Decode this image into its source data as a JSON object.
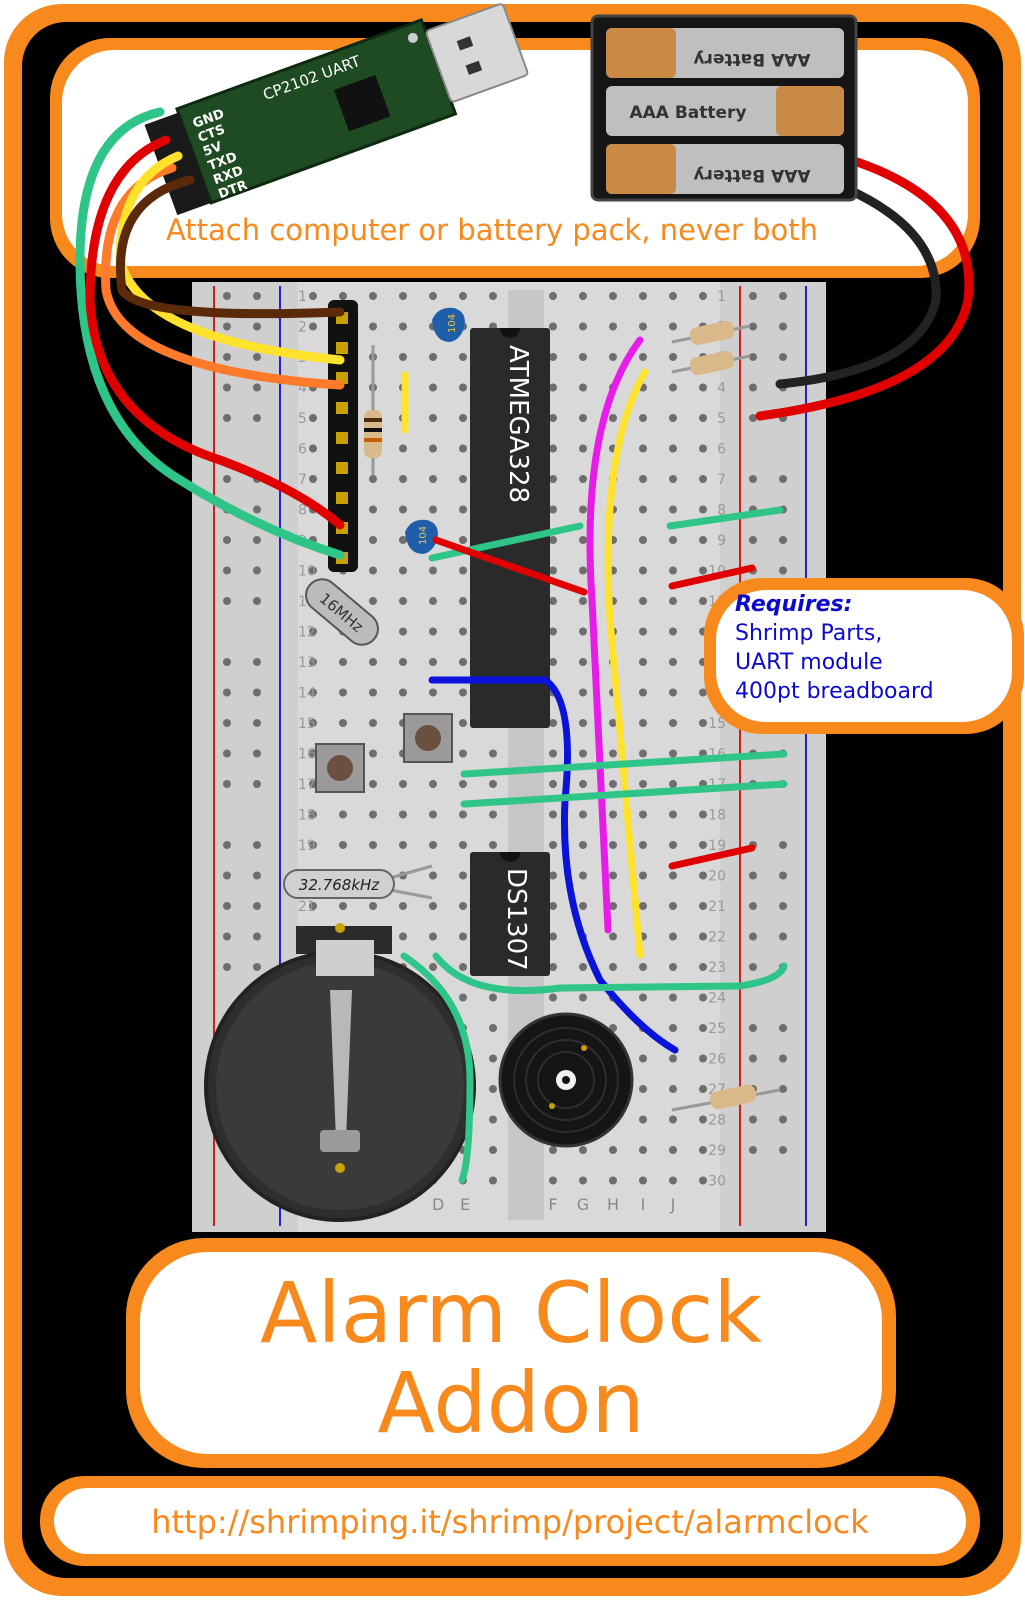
{
  "header": {
    "note": "Attach computer  or battery pack, never both"
  },
  "uart": {
    "label": "CP2102 UART",
    "pins": [
      "GND",
      "CTS",
      "5V",
      "TXD",
      "RXD",
      "DTR"
    ]
  },
  "battery": {
    "cells": [
      "AAA Battery",
      "AAA Battery",
      "AAA Battery"
    ]
  },
  "components": {
    "mcu": "ATMEGA328",
    "rtc": "DS1307",
    "crystal_main": "16MHz",
    "crystal_rtc": "32.768kHz",
    "capacitor": "104"
  },
  "breadboard": {
    "row_numbers": [
      "1",
      "2",
      "3",
      "4",
      "5",
      "6",
      "7",
      "8",
      "9",
      "10",
      "11",
      "12",
      "13",
      "14",
      "15",
      "16",
      "17",
      "18",
      "19",
      "20",
      "21",
      "22",
      "23",
      "24",
      "25",
      "26",
      "27",
      "28",
      "29",
      "30"
    ],
    "column_letters_left": [
      "D",
      "E"
    ],
    "column_letters_right": [
      "F",
      "G",
      "H",
      "I",
      "J"
    ]
  },
  "requires": {
    "title": "Requires:",
    "items": [
      "Shrimp Parts,",
      "UART module",
      "400pt breadboard"
    ]
  },
  "title": {
    "line1": "Alarm Clock",
    "line2": "Addon"
  },
  "footer": {
    "url": "http://shrimping.it/shrimp/project/alarmclock"
  },
  "colors": {
    "frame_orange": "#f7891d",
    "background_black": "#000000",
    "breadboard_grey": "#d9d9d9",
    "wire_red": "#e00000",
    "wire_black": "#222222",
    "wire_brown": "#5b2a0a",
    "wire_yellow": "#ffe22b",
    "wire_orange": "#ff7a2a",
    "wire_green": "#2fc488",
    "wire_magenta": "#e81ce8",
    "wire_blue": "#0a14d8",
    "requires_text_blue": "#0a0ad0"
  }
}
